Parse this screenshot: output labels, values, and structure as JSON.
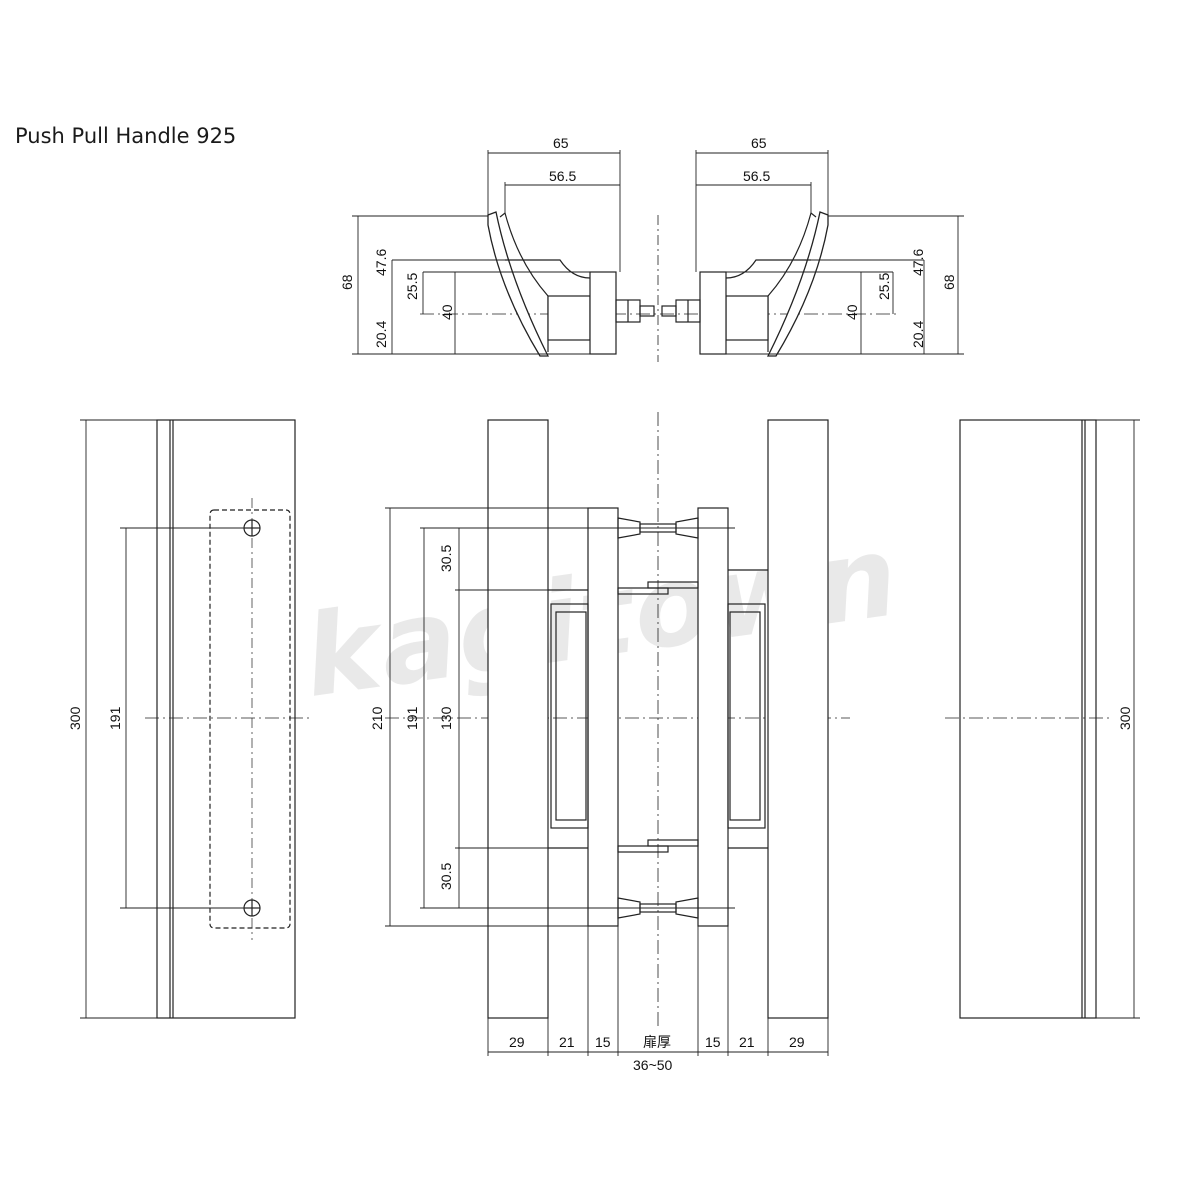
{
  "title": "Push Pull Handle  925",
  "watermark": "kagitown",
  "dims": {
    "top_width_outer": "65",
    "top_width_inner": "56.5",
    "top_total_height": "68",
    "top_h_47_6": "47.6",
    "top_h_25_5": "25.5",
    "top_h_40": "40",
    "top_h_20_4": "20.4",
    "side_length": "300",
    "side_pitch": "191",
    "front_210": "210",
    "front_191": "191",
    "front_130": "130",
    "front_30_5_top": "30.5",
    "front_30_5_bottom": "30.5",
    "bottom_29_left": "29",
    "bottom_21_left": "21",
    "bottom_15_left": "15",
    "door_thickness_label": "扉厚",
    "door_thickness_range": "36~50",
    "bottom_15_right": "15",
    "bottom_21_right": "21",
    "bottom_29_right": "29",
    "right_length": "300"
  }
}
